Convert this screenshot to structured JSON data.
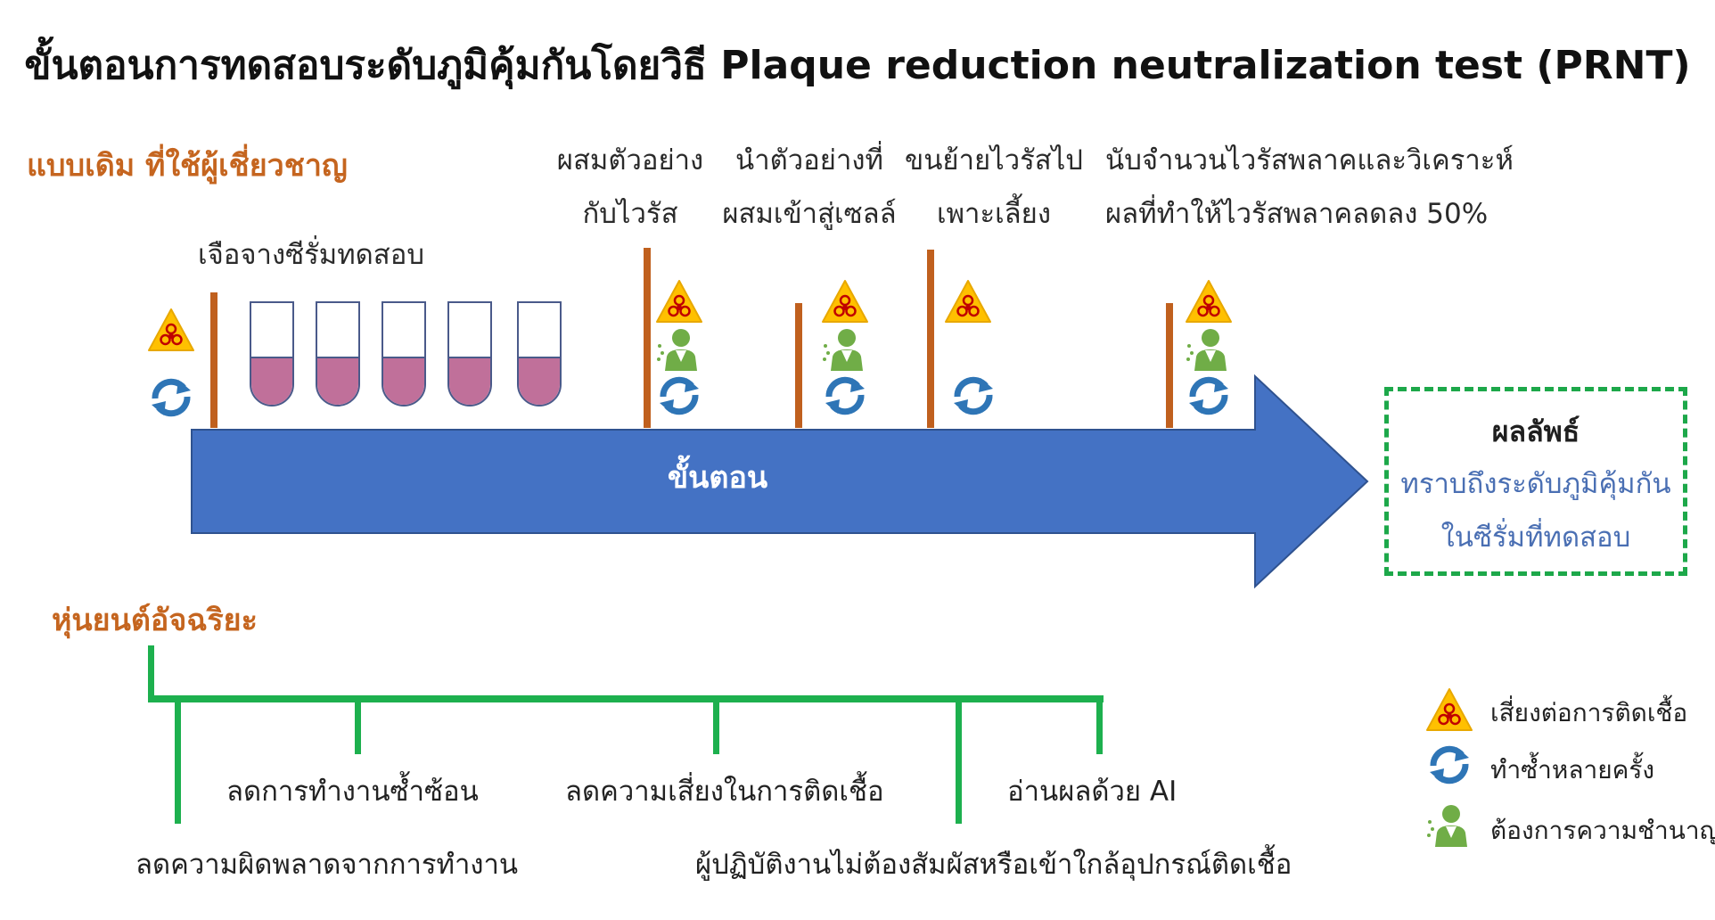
{
  "title": "ขั้นตอนการทดสอบระดับภูมิคุ้มกันโดยวิธี Plaque reduction neutralization test (PRNT)",
  "traditional_label": "แบบเดิม ที่ใช้ผู้เชี่ยวชาญ",
  "robot_label": "หุ่นยนต์อัจฉริยะ",
  "dilution_label": "เจือจางซีรั่มทดสอบ",
  "steps": [
    {
      "line1": "ผสมตัวอย่าง",
      "line2": "กับไวรัส"
    },
    {
      "line1": "นำตัวอย่างที่",
      "line2": "ผสมเข้าสู่เซลล์"
    },
    {
      "line1": "ขนย้ายไวรัสไป",
      "line2": "เพาะเลี้ยง"
    },
    {
      "line1": "นับจำนวนไวรัสพลาคและวิเคราะห์",
      "line2": "ผลที่ทำให้ไวรัสพลาคลดลง 50%"
    }
  ],
  "arrow_label": "ขั้นตอน",
  "result": {
    "title": "ผลลัพธ์",
    "line1": "ทราบถึงระดับภูมิคุ้มกัน",
    "line2": "ในซีรั่มที่ทดสอบ"
  },
  "benefits": {
    "error": "ลดความผิดพลาดจากการทำงาน",
    "repeat": "ลดการทำงานซ้ำซ้อน",
    "risk": "ลดความเสี่ยงในการติดเชื้อ",
    "contact": "ผู้ปฏิบัติงานไม่ต้องสัมผัสหรือเข้าใกล้อุปกรณ์ติดเชื้อ",
    "ai": "อ่านผลด้วย AI"
  },
  "legend": [
    {
      "icon": "biohazard-icon",
      "label": "เสี่ยงต่อการติดเชื้อ"
    },
    {
      "icon": "repeat-icon",
      "label": "ทำซ้ำหลายครั้ง"
    },
    {
      "icon": "expert-icon",
      "label": "ต้องการความชำนาญ"
    }
  ],
  "colors": {
    "arrow": "#4472C4",
    "marker": "#C0601E",
    "robot_line": "#1DB04E",
    "orange_text": "#C5651F",
    "result_text": "#4A6FB3"
  }
}
